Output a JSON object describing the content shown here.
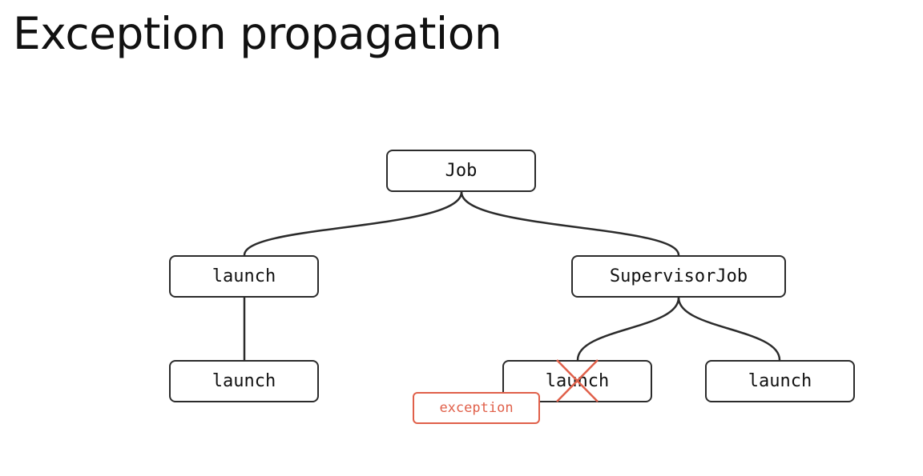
{
  "title": "Exception propagation",
  "nodes": {
    "job": "Job",
    "launch_left": "launch",
    "supervisor_job": "SupervisorJob",
    "launch_left_child": "launch",
    "launch_failed": "launch",
    "launch_right": "launch"
  },
  "exception_label": "exception",
  "colors": {
    "stroke": "#2b2b2b",
    "error": "#e0604a"
  }
}
